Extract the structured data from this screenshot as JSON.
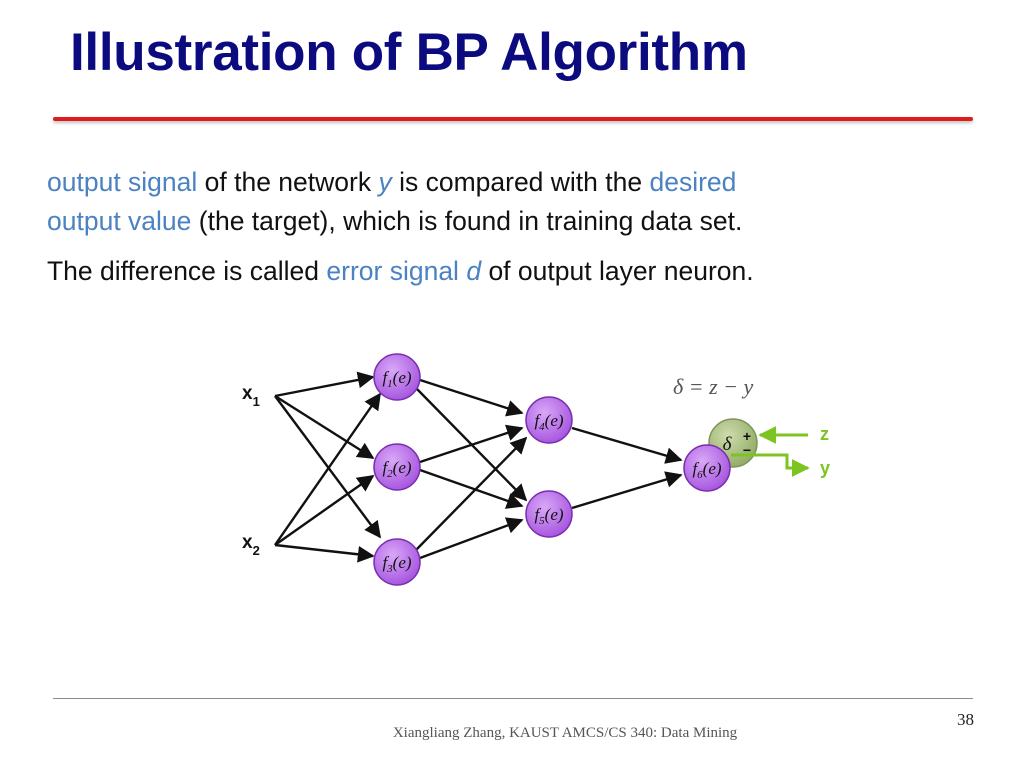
{
  "slide": {
    "title": "Illustration of BP Algorithm",
    "paragraph1": {
      "line1": {
        "term_output_signal": "output signal",
        "text_of_network": " of the network ",
        "var_y": "y",
        "text_compared": " is compared with the ",
        "term_desired": "desired"
      },
      "line2": {
        "term_output_value": "output value",
        "text_rest": " (the target), which is found in training data set."
      }
    },
    "paragraph2": {
      "text_start": "The difference is called ",
      "term_error_signal": "error signal",
      "var_d": "d",
      "text_end": " of output layer neuron."
    },
    "page_number": "38",
    "footer": "Xiangliang Zhang, KAUST AMCS/CS 340: Data Mining"
  },
  "diagram": {
    "inputs": [
      {
        "name": "x",
        "sub": "1"
      },
      {
        "name": "x",
        "sub": "2"
      }
    ],
    "neurons": [
      {
        "f": "f",
        "sub": "1",
        "arg": "(e)"
      },
      {
        "f": "f",
        "sub": "2",
        "arg": "(e)"
      },
      {
        "f": "f",
        "sub": "3",
        "arg": "(e)"
      },
      {
        "f": "f",
        "sub": "4",
        "arg": "(e)"
      },
      {
        "f": "f",
        "sub": "5",
        "arg": "(e)"
      },
      {
        "f": "f",
        "sub": "6",
        "arg": "(e)"
      }
    ],
    "formula": "δ = z − y",
    "delta_node": {
      "symbol": "δ",
      "plus": "+",
      "minus": "−"
    },
    "target_label": "z",
    "output_label": "y",
    "colors": {
      "neuron_fill": "#b56ee8",
      "neuron_stroke": "#7a2fb0",
      "delta_fill": "#a8c07a",
      "green_arrow": "#7cc520",
      "arrow": "#111111"
    }
  }
}
